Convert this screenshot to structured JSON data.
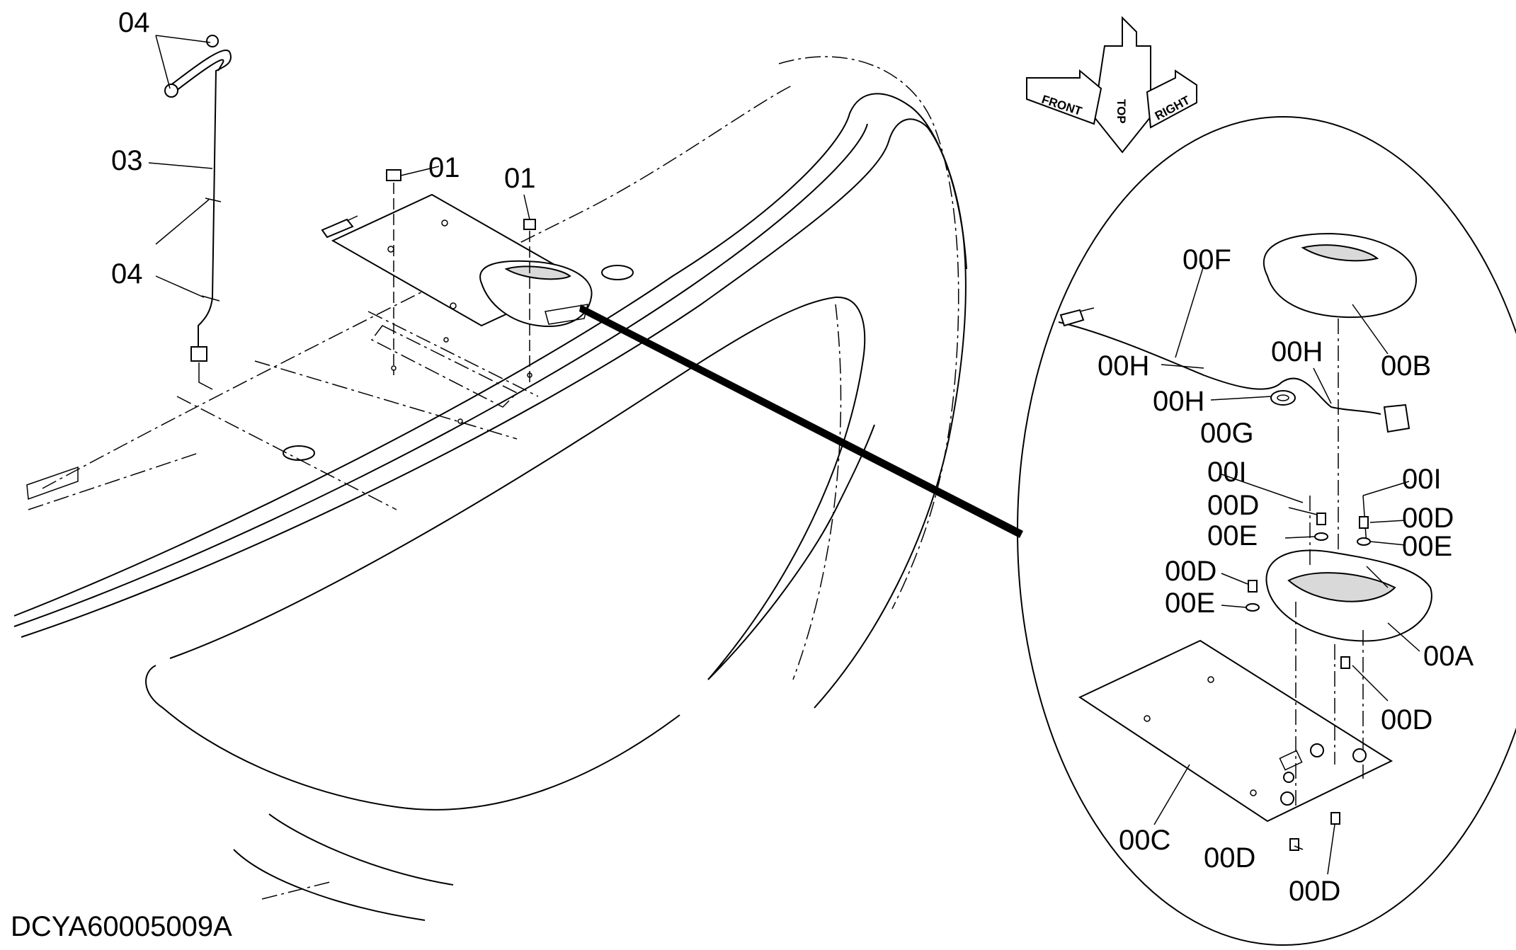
{
  "drawing": {
    "code": "DCYA60005009A",
    "callouts": {
      "bracket_04": "04",
      "hose_03": "03",
      "clip_04": "04",
      "bolt_01_left": "01",
      "bolt_01_right": "01"
    },
    "detail_callouts": {
      "harness_00F": "00F",
      "lamp_cover_00B": "00B",
      "clamp_00H_left": "00H",
      "clamp_00H_mid": "00H",
      "clamp_00H_right": "00H",
      "grommet_00G": "00G",
      "pin_00I_left": "00I",
      "pin_00I_right": "00I",
      "screw_00D_1": "00D",
      "screw_00D_2": "00D",
      "screw_00D_3": "00D",
      "screw_00D_4": "00D",
      "screw_00D_5": "00D",
      "screw_00D_6": "00D",
      "washer_00E_1": "00E",
      "washer_00E_2": "00E",
      "washer_00E_3": "00E",
      "base_00A": "00A",
      "plate_00C": "00C"
    },
    "orientation": {
      "top": "TOP",
      "front": "FRONT",
      "right": "RIGHT"
    }
  }
}
